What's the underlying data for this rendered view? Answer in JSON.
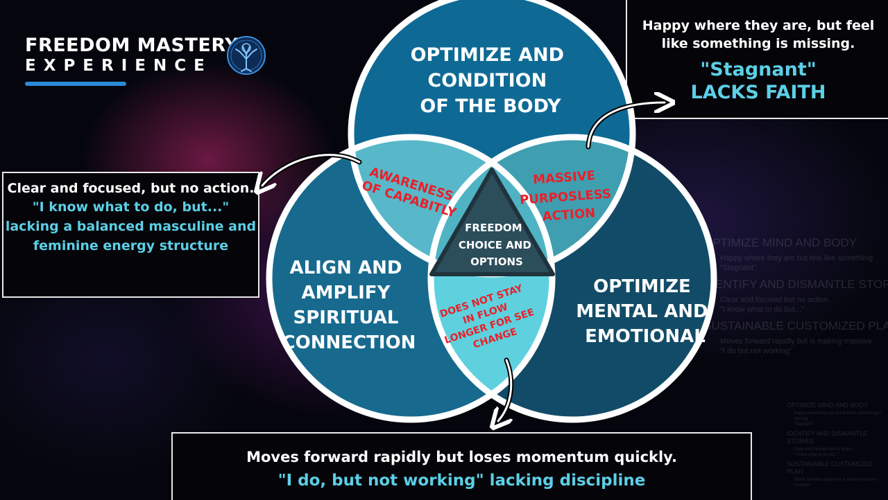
{
  "logo": {
    "line1": "FREEDOM MASTERY",
    "line2": "EXPERIENCE",
    "icon": "tree-of-life-icon"
  },
  "circles": {
    "top": [
      "OPTIMIZE AND",
      "CONDITION",
      "OF THE BODY"
    ],
    "left": [
      "ALIGN AND",
      "AMPLIFY",
      "SPIRITUAL",
      "CONNECTION"
    ],
    "right": [
      "OPTIMIZE",
      "MENTAL AND",
      "EMOTIONAL"
    ]
  },
  "overlaps": {
    "top_left": [
      "AWARENESS",
      "OF CAPABITLY"
    ],
    "top_right": [
      "MASSIVE",
      "PURPOSLESS",
      "ACTION"
    ],
    "bottom": [
      "DOES NOT STAY",
      "IN FLOW",
      "LONGER FOR SEE",
      "CHANGE"
    ],
    "center": [
      "FREEDOM",
      "CHOICE AND",
      "OPTIONS"
    ]
  },
  "callouts": {
    "left": {
      "text": "Clear and focused, but no action.",
      "quote": "\"I know what to do, but...\"",
      "detail": "lacking a balanced masculine and feminine energy structure"
    },
    "top_right": {
      "text": "Happy where they are, but feel like something is missing.",
      "quote": "\"Stagnant\"",
      "detail": "LACKS FAITH"
    },
    "bottom": {
      "text": "Moves forward rapidly but loses momentum quickly.",
      "quote": "\"I do, but not working\" lacking discipline"
    }
  },
  "ghost_list": {
    "items": [
      {
        "heading": "OPTIMIZE MIND AND BODY",
        "sub": [
          "Happy where they are but feel like something",
          "\"Stagnant\""
        ]
      },
      {
        "heading": "IDENTIFY AND DISMANTLE STORIES",
        "sub": [
          "Clear and focused but no action.",
          "\"I know what to do but...\""
        ]
      },
      {
        "heading": "SUSTAINABLE CUSTOMIZED PLAN",
        "sub": [
          "Moves forward rapidly but is making massive",
          "\"I do but not working\""
        ]
      }
    ]
  },
  "ghost_list_small": {
    "items": [
      {
        "heading": "OPTIMIZE MIND AND BODY",
        "sub": [
          "Happy where they are but feel like something is missing",
          "\"Stagnant\""
        ]
      },
      {
        "heading": "IDENTIFY AND DISMANTLE STORIES",
        "sub": [
          "Clear and focused but no action",
          "\"I know what to do but...\""
        ]
      },
      {
        "heading": "SUSTAINABLE CUSTOMIZED PLAN",
        "sub": [
          "Moves forward rapidly but is making massive",
          "mistakes"
        ]
      }
    ]
  },
  "colors": {
    "circle_top": "#0e6a95",
    "circle_left": "#176a8e",
    "circle_right": "#124b67",
    "overlap_tl": "#58b8c9",
    "overlap_tr": "#3f9fb0",
    "overlap_bottom": "#5fd1de",
    "center_triangle": "#2c4d5a",
    "accent_cyan": "#5ccfe6",
    "accent_red": "#e8202a",
    "logo_bar": "#2a8ad6"
  }
}
